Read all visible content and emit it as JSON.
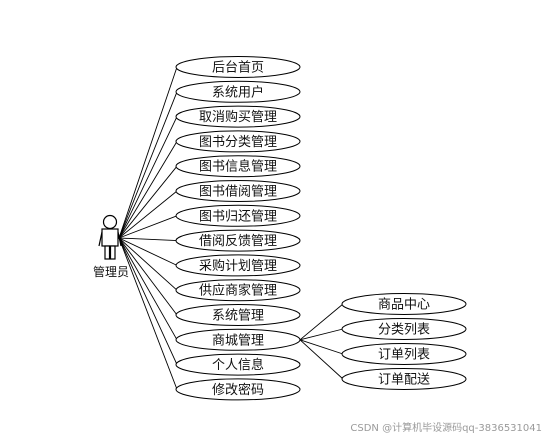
{
  "diagram": {
    "actor": {
      "label": "管理员"
    },
    "use_cases": [
      "后台首页",
      "系统用户",
      "取消购买管理",
      "图书分类管理",
      "图书信息管理",
      "图书借阅管理",
      "图书归还管理",
      "借阅反馈管理",
      "采购计划管理",
      "供应商家管理",
      "系统管理",
      "商城管理",
      "个人信息",
      "修改密码"
    ],
    "sub_use_cases": {
      "parent": "商城管理",
      "items": [
        "商品中心",
        "分类列表",
        "订单列表",
        "订单配送"
      ]
    }
  },
  "watermark": "CSDN @计算机毕设源码qq-3836531041"
}
